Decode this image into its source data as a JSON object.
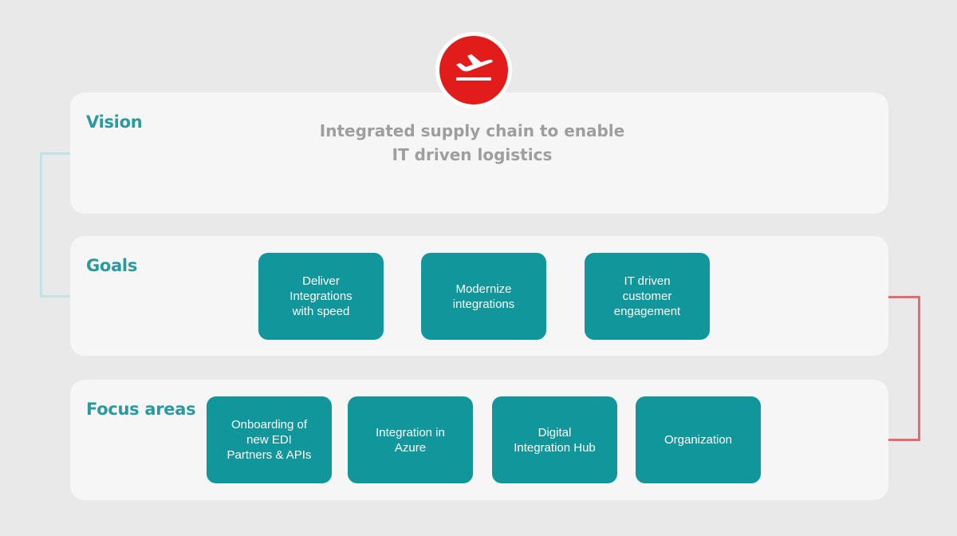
{
  "colors": {
    "background": "#e9e9e9",
    "panel": "#f6f6f6",
    "accent_teal": "#2b9aa0",
    "box_teal": "#11969c",
    "vision_text": "#9e9e9e",
    "badge_red": "#e21b1b",
    "connector_teal": "#bfe3e6",
    "connector_red": "#e96a69"
  },
  "badge": {
    "icon": "airplane-takeoff-icon"
  },
  "vision": {
    "title": "Vision",
    "statement_line1": "Integrated supply chain to enable",
    "statement_line2": "IT driven logistics"
  },
  "goals": {
    "title": "Goals",
    "items": [
      {
        "lines": [
          "Deliver",
          "Integrations",
          "with speed"
        ]
      },
      {
        "lines": [
          "Modernize",
          "integrations"
        ]
      },
      {
        "lines": [
          "IT driven",
          "customer",
          "engagement"
        ]
      }
    ]
  },
  "focus": {
    "title": "Focus areas",
    "items": [
      {
        "lines": [
          "Onboarding of",
          "new EDI",
          "Partners & APIs"
        ]
      },
      {
        "lines": [
          "Integration in",
          "Azure"
        ]
      },
      {
        "lines": [
          "Digital",
          "Integration Hub"
        ]
      },
      {
        "lines": [
          "Organization"
        ]
      }
    ]
  }
}
